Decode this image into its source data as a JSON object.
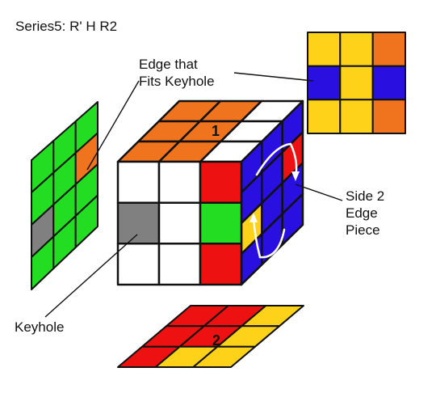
{
  "title": "Series5:  R' H R2",
  "labels": {
    "edge_fits_line1": "Edge that",
    "edge_fits_line2": "Fits Keyhole",
    "side2_line1": "Side 2",
    "side2_line2": "Edge",
    "side2_line3": "Piece",
    "keyhole": "Keyhole"
  },
  "markers": {
    "top_face": "1",
    "bottom_face": "2"
  },
  "colors": {
    "white": "#ffffff",
    "orange": "#f0731e",
    "red": "#ee1111",
    "green": "#22dd22",
    "blue": "#2a10e0",
    "yellow": "#ffd21a",
    "gray": "#808080",
    "outline": "#111111"
  },
  "faces": {
    "front": [
      [
        "white",
        "white",
        "red"
      ],
      [
        "gray",
        "white",
        "green"
      ],
      [
        "white",
        "white",
        "red"
      ]
    ],
    "top": [
      [
        "orange",
        "orange",
        "white"
      ],
      [
        "orange",
        "orange",
        "white"
      ],
      [
        "orange",
        "orange",
        "white"
      ]
    ],
    "right": [
      [
        "blue",
        "blue",
        "blue"
      ],
      [
        "blue",
        "blue",
        "red"
      ],
      [
        "yellow",
        "blue",
        "blue"
      ],
      [
        "blue",
        "blue",
        "blue"
      ]
    ],
    "left_panel": [
      [
        "green",
        "green",
        "green"
      ],
      [
        "green",
        "green",
        "orange"
      ],
      [
        "gray",
        "green",
        "green"
      ],
      [
        "green",
        "green",
        "green"
      ]
    ],
    "back_panel": [
      [
        "yellow",
        "yellow",
        "orange"
      ],
      [
        "blue",
        "yellow",
        "blue"
      ],
      [
        "yellow",
        "yellow",
        "orange"
      ]
    ],
    "bottom_panel": [
      [
        "red",
        "red",
        "yellow"
      ],
      [
        "red",
        "red",
        "yellow"
      ],
      [
        "red",
        "yellow",
        "yellow"
      ]
    ]
  }
}
